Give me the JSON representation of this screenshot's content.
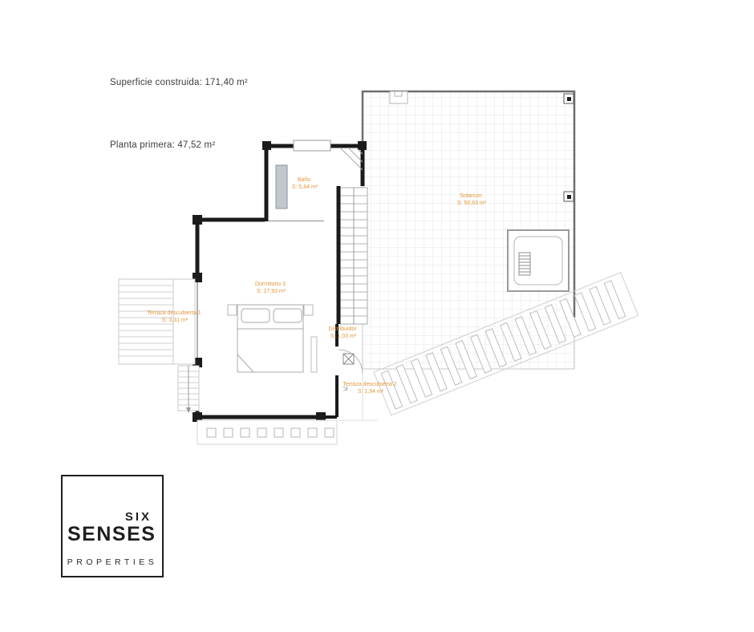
{
  "header": {
    "superficie": "Superficie construida: 171,40 m²",
    "planta": "Planta primera: 47,52 m²"
  },
  "floorplan": {
    "solarium": {
      "name": "Solarium",
      "area": "S: 50,63 m²"
    },
    "bano": {
      "name": "Baño",
      "area": "S: 5,84 m²"
    },
    "dormitorio": {
      "name": "Dormitorio 3",
      "area": "S: 27,93 m²"
    },
    "distribuidor": {
      "name": "Distribuidor",
      "area": "S: 1,03 m²"
    },
    "terraza1": {
      "name": "Terraza descubierta 1",
      "area": "S: 3,31 m²"
    },
    "terraza2": {
      "name": "Terraza descubierta 2",
      "area": "S: 1,94 m²"
    }
  },
  "logo": {
    "six": "SIX",
    "senses": "SENSES",
    "properties": "PROPERTIES"
  },
  "colors": {
    "room_label": "#e2973f",
    "wall": "#1b1b1b",
    "plan_line": "#c4c4c4"
  }
}
